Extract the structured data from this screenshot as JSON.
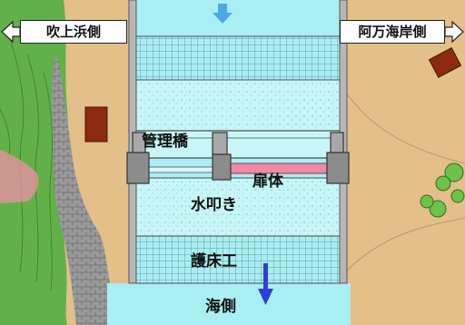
{
  "labels": {
    "left_shore": "吹上浜側",
    "right_shore": "阿万海岸側",
    "bridge": "管理橋",
    "gate_leaf": "扉体",
    "apron": "水叩き",
    "bed_protection": "護床工",
    "sea_side": "海側"
  },
  "colors": {
    "water": "#a9eef2",
    "water_light": "#c8f6f8",
    "land": "#e3bf8a",
    "green_bank": "#62b04a",
    "revetment": "#8f8f8f",
    "pier": "#8c8c8c",
    "gate_leaf": "#ee8aa8",
    "building": "#8b2a10",
    "flow_arrow": "#2f3fd9",
    "inflow_arrow": "#4aa9e0"
  },
  "icons": {
    "left_arrow": "arrow-left-icon",
    "right_arrow": "arrow-right-icon",
    "inflow": "arrow-down-icon",
    "outflow": "arrow-down-icon"
  }
}
